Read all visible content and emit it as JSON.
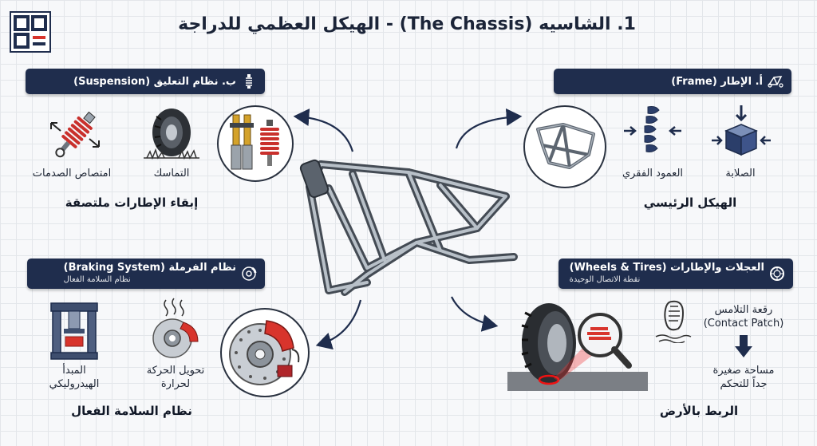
{
  "title": "1. الشاسيه (The Chassis) - الهيكل العظمي للدراجة",
  "icons": {
    "logo": "brand-logo",
    "suspension": "shock-absorber-icon",
    "frame": "frame-icon",
    "braking": "brake-disc-icon",
    "wheels": "wheel-icon"
  },
  "colors": {
    "header_bg": "#1f2d4d",
    "accent_red": "#d8342c"
  },
  "suspension": {
    "header": "ب. نظام التعليق (Suspension)",
    "items": [
      "امتصاص الصدمات",
      "التماسك"
    ],
    "summary": "إبقاء الإطارات ملتصقة"
  },
  "frame": {
    "header": "أ. الإطار (Frame)",
    "items": [
      "الصلابة",
      "العمود الفقري"
    ],
    "summary": "الهيكل الرئيسي"
  },
  "braking": {
    "header": "نظام الفرملة (Braking System)",
    "subheader": "نظام السلامة الفعال",
    "items": [
      "المبدأ\nالهيدروليكي",
      "تحويل الحركة\nلحرارة"
    ],
    "summary": "نظام السلامة الفعال"
  },
  "wheels": {
    "header": "العجلات والإطارات (Wheels & Tires)",
    "subheader": "نقطة الاتصال الوحيدة",
    "contact_patch": "رقعة التلامس\n(Contact Patch)",
    "small_area": "مساحة صغيرة\nجداً للتحكم",
    "summary": "الربط بالأرض"
  }
}
